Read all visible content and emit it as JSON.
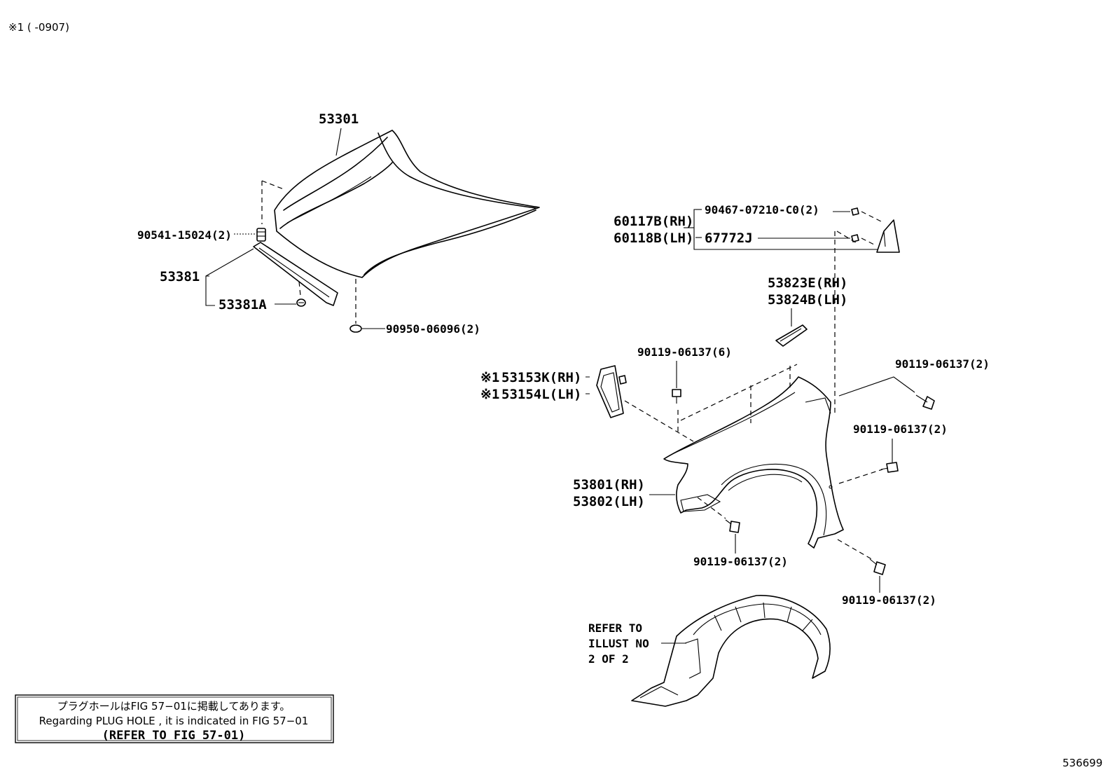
{
  "header_note": "※1 (      -0907)",
  "labels": {
    "hood": "53301",
    "cushion": "90541-15024(2)",
    "seal": "53381",
    "seal_sub": "53381A",
    "plug_hood": "90950-06096(2)",
    "mud_rh": "60117B(RH)",
    "mud_lh": "60118B(LH)",
    "screw_a": "90467-07210-C0(2)",
    "screw_b": "67772J",
    "bracket_rh": "53823E(RH)",
    "bracket_lh": "53824B(LH)",
    "bolt_top": "90119-06137(6)",
    "bolt_right_top": "90119-06137(2)",
    "bolt_right_mid": "90119-06137(2)",
    "bolt_bottom_left": "90119-06137(2)",
    "bolt_bottom_right": "90119-06137(2)",
    "spacer_mark": "※1",
    "spacer_rh": "53153K(RH)",
    "spacer_lh": "53154L(LH)",
    "fender_rh": "53801(RH)",
    "fender_lh": "53802(LH)",
    "refer_line1": "REFER TO",
    "refer_line2": "ILLUST NO",
    "refer_line3": "2 OF 2",
    "diagram_id": "536699"
  },
  "note_box": {
    "jp": "プラグホールはFIG 57−01に掲載してあります。",
    "en": "Regarding PLUG HOLE , it is indicated in FIG 57−01",
    "refer": "(REFER TO FIG 57-01)"
  }
}
